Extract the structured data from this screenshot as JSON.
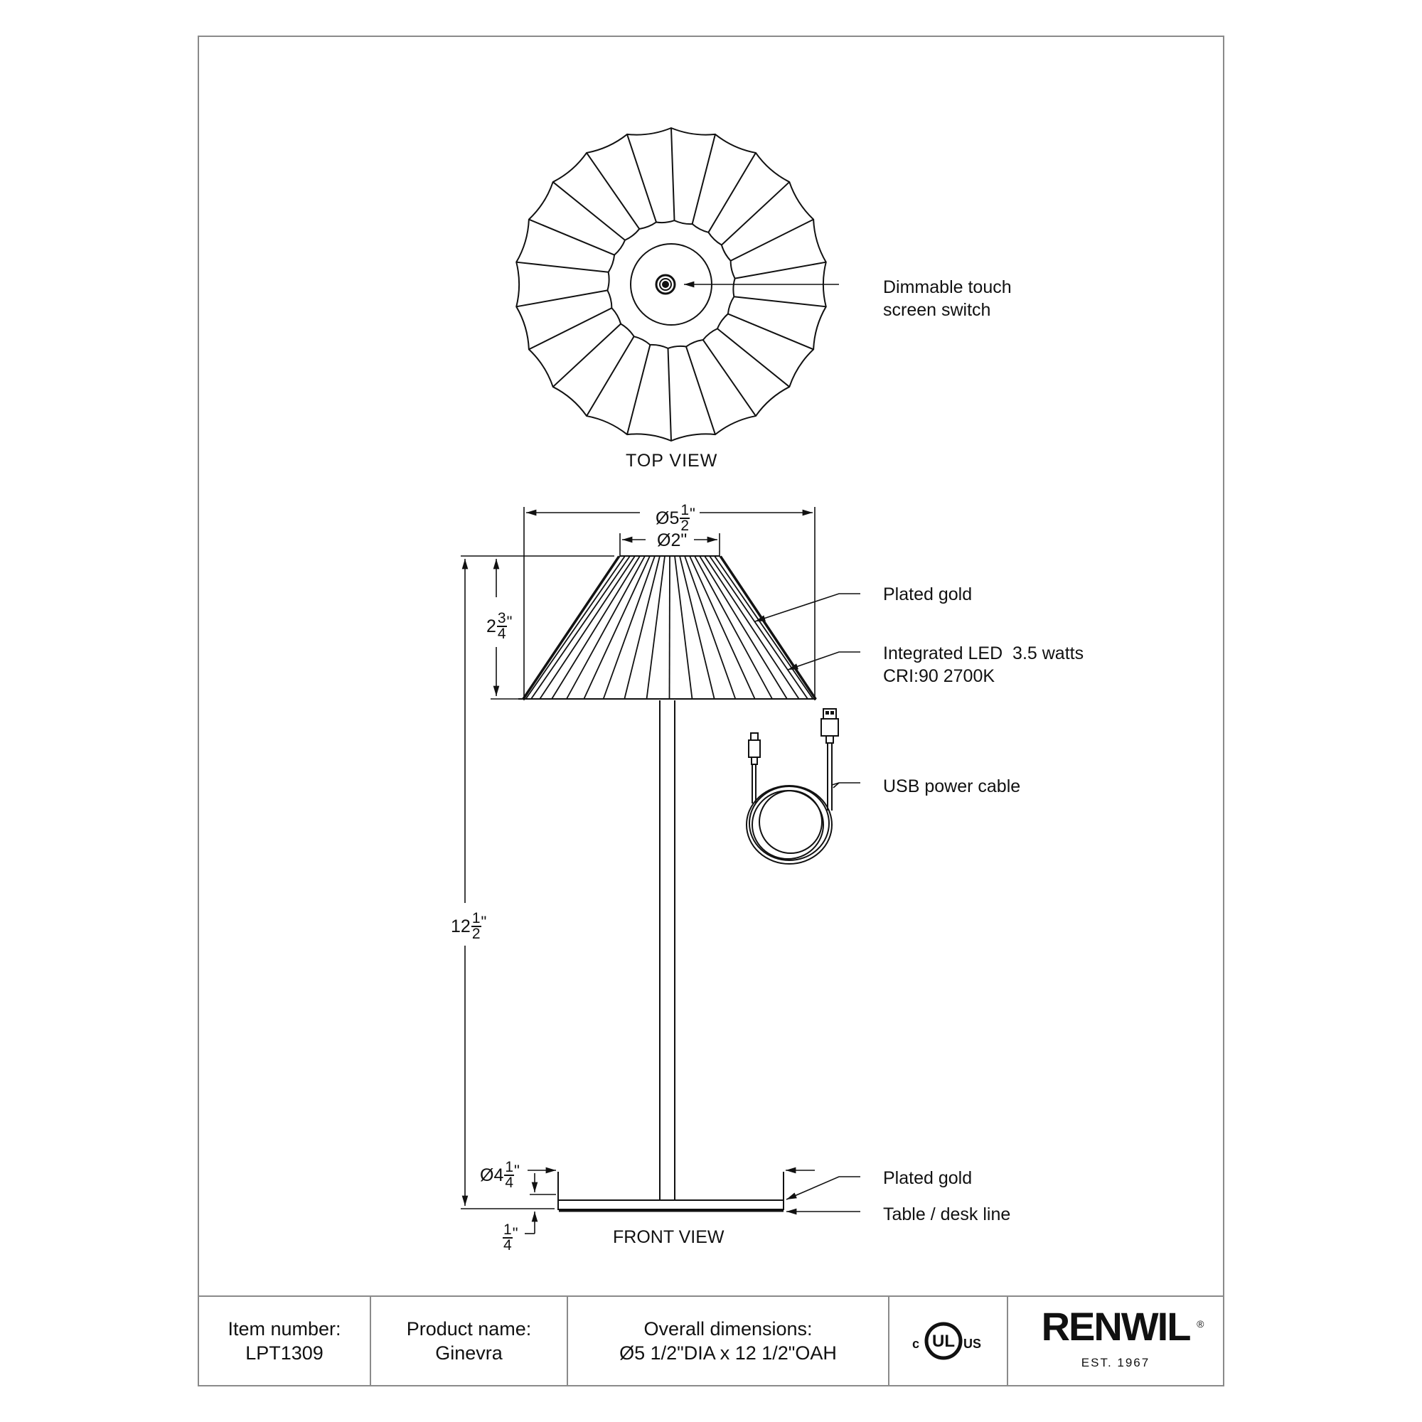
{
  "sheet": {
    "border_color": "#8a8a8a",
    "line_color": "#111111"
  },
  "top_view": {
    "title": "TOP VIEW",
    "callouts": [
      {
        "id": "switch",
        "lines": [
          "Dimmable touch",
          "screen switch"
        ]
      }
    ]
  },
  "front_view": {
    "title": "FRONT VIEW",
    "dimensions": {
      "shade_bottom_diameter": {
        "prefix": "Ø5",
        "num": "1",
        "den": "2",
        "unit": "\""
      },
      "shade_top_diameter": {
        "text": "Ø2\""
      },
      "shade_height": {
        "prefix": "2",
        "num": "3",
        "den": "4",
        "unit": "\""
      },
      "overall_height": {
        "prefix": "12",
        "num": "1",
        "den": "2",
        "unit": "\""
      },
      "base_diameter": {
        "prefix": "Ø4",
        "num": "1",
        "den": "4",
        "unit": "\""
      },
      "base_thickness": {
        "prefix": "",
        "num": "1",
        "den": "4",
        "unit": "\""
      }
    },
    "callouts": [
      {
        "id": "shade-finish",
        "lines": [
          "Plated gold"
        ]
      },
      {
        "id": "led",
        "lines": [
          "Integrated LED  3.5 watts",
          "CRI:90 2700K"
        ]
      },
      {
        "id": "usb",
        "lines": [
          "USB power cable"
        ]
      },
      {
        "id": "base-finish",
        "lines": [
          "Plated gold"
        ]
      },
      {
        "id": "table-line",
        "lines": [
          "Table / desk line"
        ]
      }
    ]
  },
  "title_block": {
    "item_number": {
      "label": "Item number:",
      "value": "LPT1309"
    },
    "product_name": {
      "label": "Product name:",
      "value": "Ginevra"
    },
    "overall_dimensions": {
      "label": "Overall dimensions:",
      "value": "Ø5 1/2\"DIA x 12 1/2\"OAH"
    },
    "certification": {
      "left": "c",
      "center": "UL",
      "right": "US"
    },
    "brand": {
      "name": "RENWIL",
      "registered": "®",
      "tagline": "EST. 1967"
    }
  }
}
